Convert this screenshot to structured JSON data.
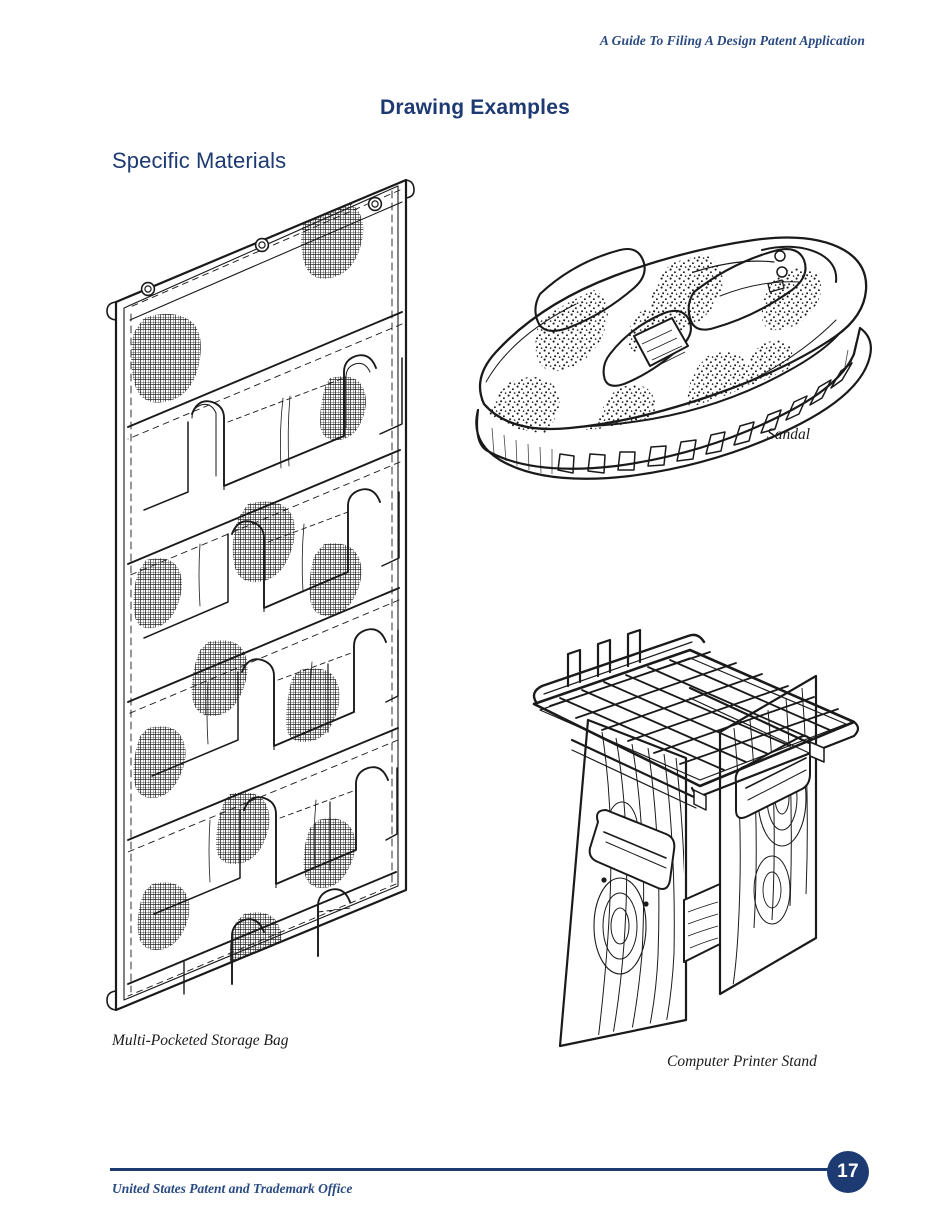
{
  "document": {
    "running_head": "A Guide To Filing A Design Patent Application",
    "title": "Drawing Examples",
    "section_title": "Specific Materials"
  },
  "figures": [
    {
      "id": "multi-pocketed-storage-bag",
      "caption": "Multi-Pocketed Storage Bag",
      "description": "Line drawing of a hanging wall organizer with four rows of mesh pockets, grommets along the top edge and dashed stitching along the borders."
    },
    {
      "id": "sandal",
      "caption": "Sandal",
      "description": "Line drawing of a clog-style sandal shown in three-quarter view with stippled material texture patches and a thick lugged sole."
    },
    {
      "id": "computer-printer-stand",
      "caption": "Computer Printer Stand",
      "description": "Line drawing of a printer stand with a wire grid top shelf and two angled wood-grain side panels joined by a cross brace."
    }
  ],
  "footer": {
    "organization": "United States Patent and Trademark Office",
    "page_number": "17"
  },
  "colors": {
    "navy": "#1d3a72",
    "header_blue": "#2a4a82",
    "ink": "#1a1a1a",
    "paper": "#ffffff"
  }
}
